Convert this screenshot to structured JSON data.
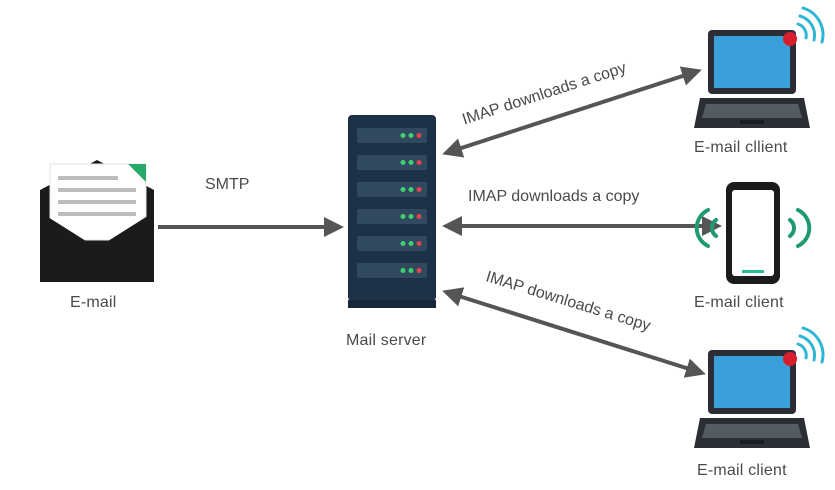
{
  "nodes": {
    "email": {
      "label": "E-mail"
    },
    "server": {
      "label": "Mail server"
    },
    "client_top": {
      "label": "E-mail cllient"
    },
    "client_mid": {
      "label": "E-mail client"
    },
    "client_bottom": {
      "label": "E-mail client"
    }
  },
  "edges": {
    "smtp": {
      "label": "SMTP"
    },
    "imap_top": {
      "label": "IMAP downloads a copy"
    },
    "imap_mid": {
      "label": "IMAP downloads a copy"
    },
    "imap_bottom": {
      "label": "IMAP downloads a copy"
    }
  },
  "colors": {
    "arrow": "#555555",
    "envelope": "#1b1b1b",
    "letter_accent": "#27a96b",
    "server_body": "#1e3247",
    "server_led_green": "#3ecf6e",
    "server_led_red": "#e0464a",
    "laptop_screen": "#3aa0dc",
    "laptop_body": "#2b2f35",
    "notification": "#d81e2a",
    "signal": "#2fb5d6",
    "phone_signal": "#1f9a73",
    "phone_bar": "#27c08a"
  },
  "icons": {
    "email": "envelope-letter-icon",
    "server": "server-rack-icon",
    "laptop": "laptop-icon",
    "phone": "smartphone-icon",
    "wifi": "wifi-signal-icon"
  }
}
